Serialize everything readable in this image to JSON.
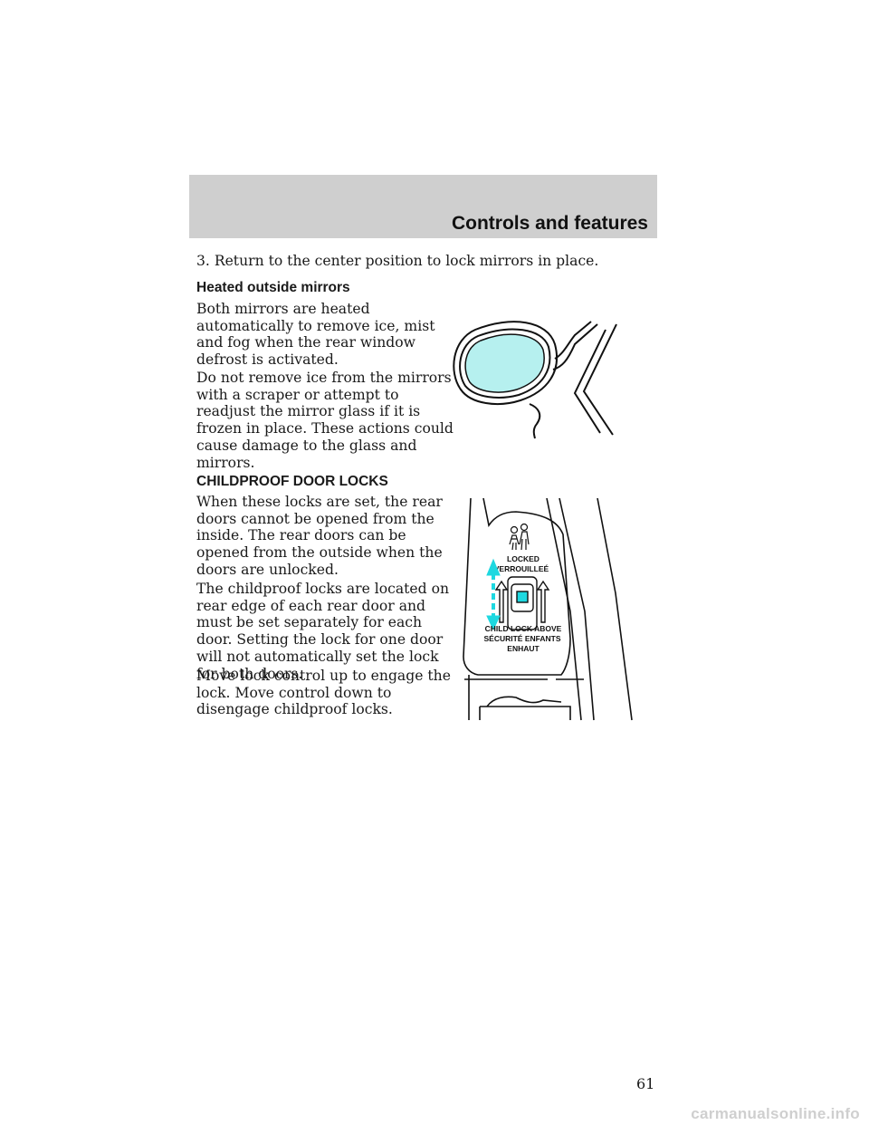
{
  "header": {
    "section_title": "Controls and features"
  },
  "body": {
    "intro_step": "3. Return to the center position to lock mirrors in place.",
    "heated": {
      "heading": "Heated outside mirrors",
      "para1_lines": [
        "Both mirrors are heated",
        "automatically to remove ice, mist",
        "and fog when the rear window",
        "defrost is activated."
      ],
      "para2_lines": [
        "Do not remove ice from the mirrors",
        "with a scraper or attempt to",
        "readjust the mirror glass if it is",
        "frozen in place. These actions could",
        "cause damage to the glass and",
        "mirrors."
      ]
    },
    "childproof": {
      "heading": "CHILDPROOF DOOR LOCKS",
      "para1_lines": [
        "When these locks are set, the rear",
        "doors cannot be opened from the",
        "inside. The rear doors can be",
        "opened from the outside when the",
        "doors are unlocked."
      ],
      "para2_lines": [
        "The childproof locks are located on",
        "rear edge of each rear door and",
        "must be set separately for each",
        "door. Setting the lock for one door",
        "will not automatically set the lock",
        "for both doors."
      ],
      "para3_lines": [
        "Move lock control up to engage the",
        "lock. Move control down to",
        "disengage childproof locks."
      ]
    }
  },
  "figure_lock": {
    "label_locked": "LOCKED",
    "label_verrouillee": "VERROUILLEÉ",
    "label_child_lock": "CHILD LOCK ABOVE",
    "label_securite": "SÉCURITÉ ENFANTS",
    "label_enhaut": "ENHAUT"
  },
  "colors": {
    "mirror_glass": "#b6f0ef",
    "arrow": "#1ed8e0",
    "header_band": "#cfcfcf"
  },
  "footer": {
    "page_number": "61",
    "watermark": "carmanualsonline.info"
  }
}
